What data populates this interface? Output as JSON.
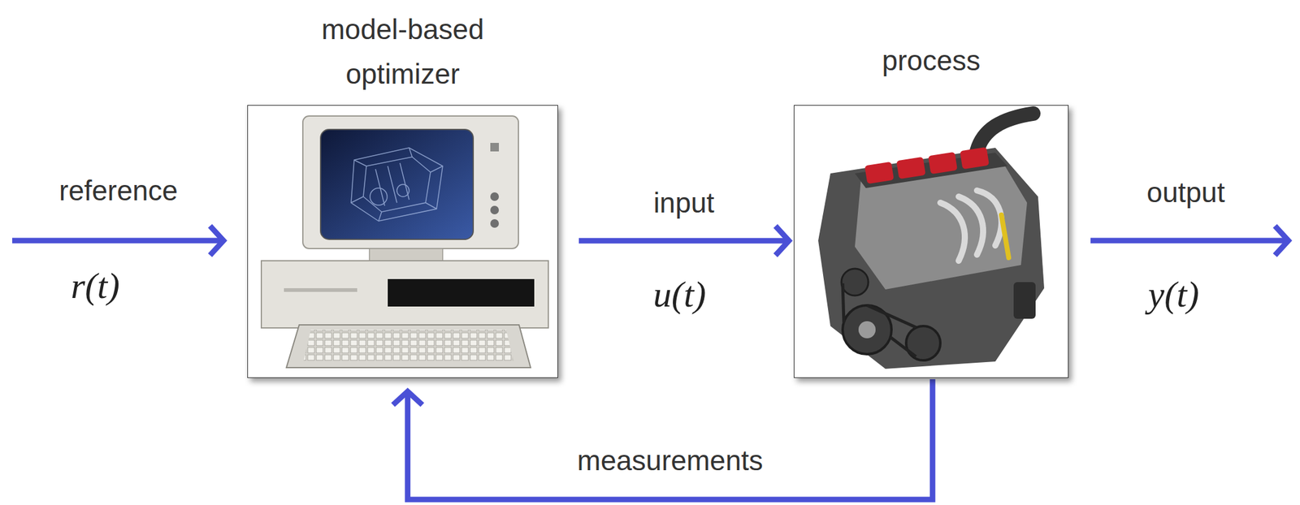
{
  "diagram": {
    "nodes": [
      {
        "text": [
          "model-based optimizer"
        ]
      },
      {
        "text": [
          "process"
        ]
      }
    ],
    "edges": [
      {
        "from": 0,
        "to": 1,
        "arrow": "to",
        "label": "input"
      },
      {
        "from": 1,
        "to": 0,
        "arrow": "to",
        "label": "measurements"
      }
    ],
    "labels": [
      "reference",
      "r(t)",
      "u(t)",
      "output",
      "y(t)"
    ]
  }
}
